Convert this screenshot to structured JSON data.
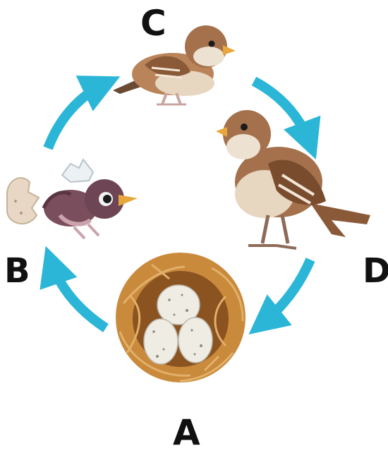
{
  "diagram": {
    "stages": [
      {
        "label": "A",
        "depicts": "nest-with-eggs"
      },
      {
        "label": "B",
        "depicts": "hatchling"
      },
      {
        "label": "C",
        "depicts": "fledgling"
      },
      {
        "label": "D",
        "depicts": "adult-sparrow"
      }
    ],
    "arrows": [
      {
        "from": "A",
        "to": "B"
      },
      {
        "from": "B",
        "to": "C"
      },
      {
        "from": "C",
        "to": "D"
      },
      {
        "from": "D",
        "to": "A"
      }
    ]
  },
  "colors": {
    "arrow": "#2bb6d8",
    "label": "#111111",
    "nest": "#c98a3c",
    "nest_dark": "#8a5320",
    "egg": "#efece4",
    "egg_speckle": "#8d8a82",
    "bird_brown": "#9b6b45",
    "bird_light": "#e7d6c0",
    "beak": "#e6a73c",
    "hatchling_skin": "#7a4e5d",
    "shell": "#e7d7c4"
  }
}
